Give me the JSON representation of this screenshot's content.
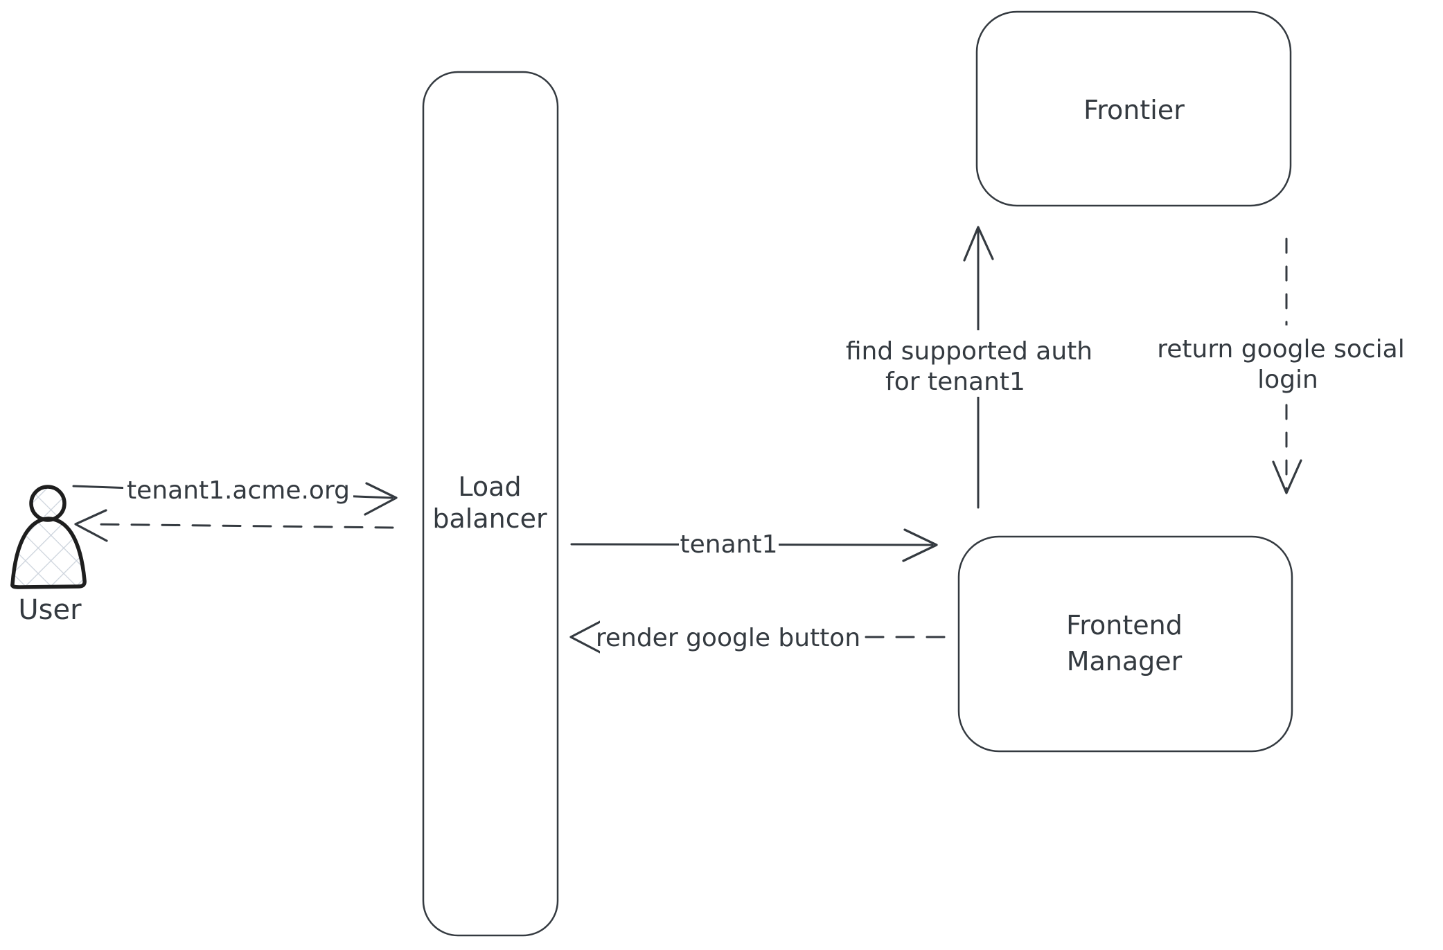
{
  "diagram": {
    "type": "flow-diagram",
    "style": "hand-drawn",
    "background": "#ffffff",
    "stroke_color": "#343a40",
    "icon_stroke_color": "#1e1e1e",
    "hatch_color": "#ccd3dc",
    "nodes": {
      "user": {
        "label": "User",
        "shape": "person-icon"
      },
      "load_balancer": {
        "label": "Load balancer",
        "line1": "Load",
        "line2": "balancer",
        "shape": "tall-rounded-rect"
      },
      "frontier": {
        "label": "Frontier",
        "shape": "rounded-rect"
      },
      "frontend_manager": {
        "label": "Frontend Manager",
        "line1": "Frontend",
        "line2": "Manager",
        "shape": "rounded-rect"
      }
    },
    "edges": [
      {
        "from": "User",
        "to": "Load balancer",
        "label": "tenant1.acme.org",
        "line_style": "solid",
        "direction": "right"
      },
      {
        "from": "Load balancer",
        "to": "User",
        "label": "",
        "line_style": "dashed",
        "direction": "left"
      },
      {
        "from": "Load balancer",
        "to": "Frontend Manager",
        "label": "tenant1",
        "line_style": "solid",
        "direction": "right"
      },
      {
        "from": "Frontend Manager",
        "to": "Load balancer",
        "label": "render google button",
        "line_style": "dashed",
        "direction": "left"
      },
      {
        "from": "Frontend Manager",
        "to": "Frontier",
        "label_line1": "find supported auth",
        "label_line2": "for tenant1",
        "line_style": "solid",
        "direction": "up"
      },
      {
        "from": "Frontier",
        "to": "Frontend Manager",
        "label_line1": "return google social",
        "label_line2": "login",
        "line_style": "dashed",
        "direction": "down"
      }
    ]
  }
}
